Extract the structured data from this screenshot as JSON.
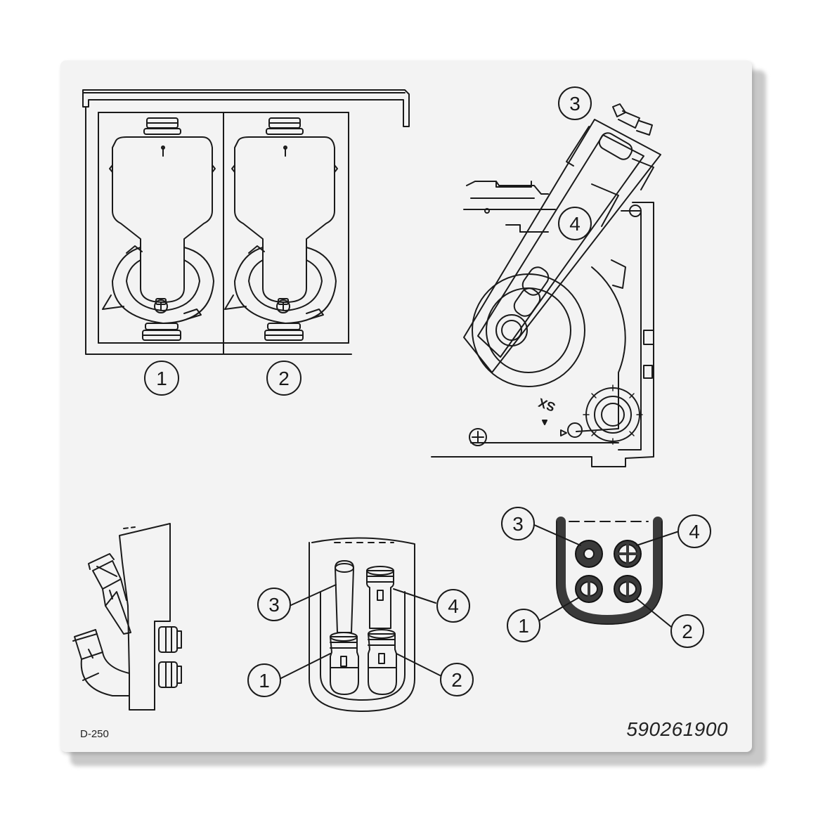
{
  "diagram": {
    "document_code": "D-250",
    "part_number": "590261900",
    "callouts": {
      "top_left": [
        "1",
        "2"
      ],
      "top_right": [
        "3",
        "4"
      ],
      "bottom_middle": [
        "3",
        "4",
        "1",
        "2"
      ],
      "bottom_right": [
        "3",
        "4",
        "1",
        "2"
      ]
    },
    "embossed_text": "SX"
  }
}
